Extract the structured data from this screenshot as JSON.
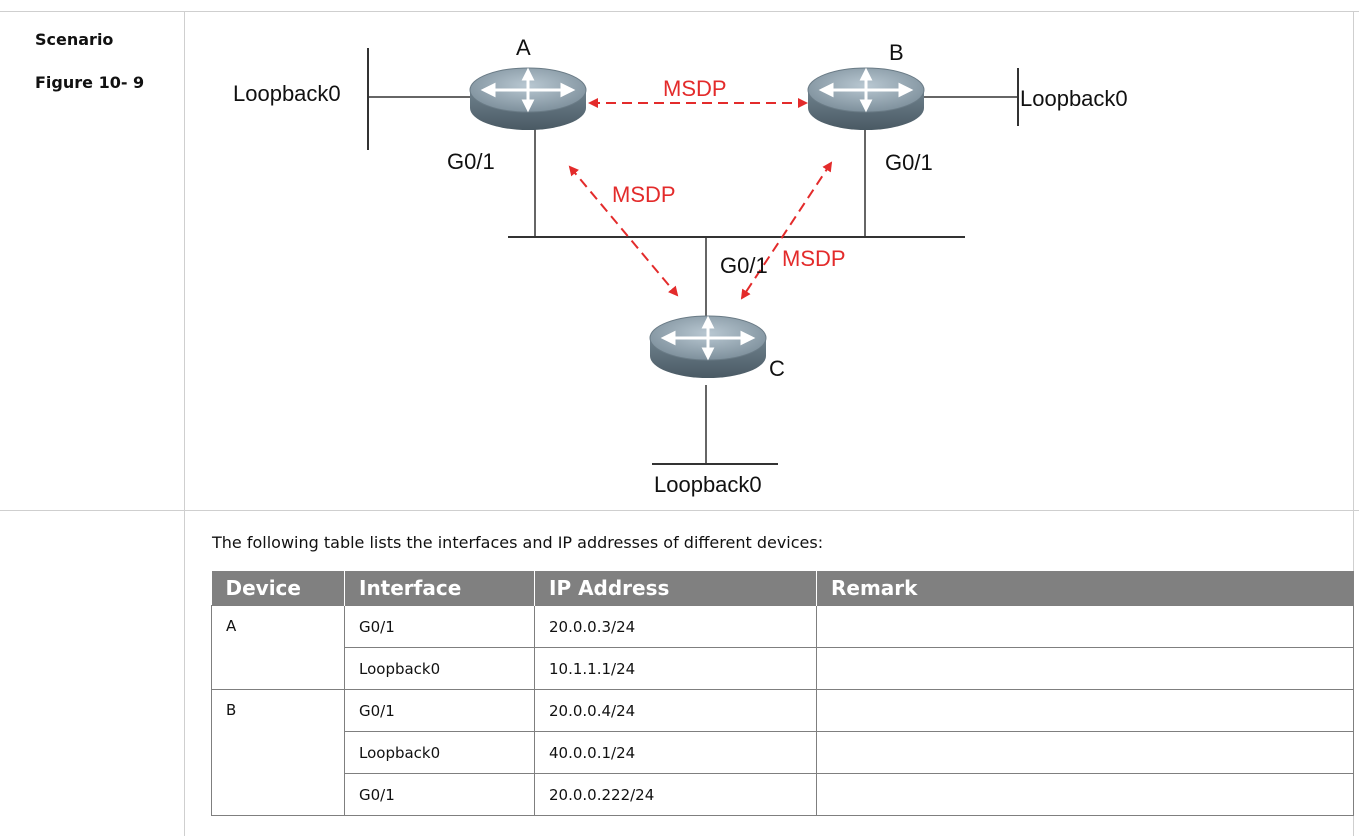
{
  "labels": {
    "scenario": "Scenario",
    "figure": "Figure 10- 9"
  },
  "diagram": {
    "router_a": "A",
    "router_b": "B",
    "router_c": "C",
    "loopback_a": "Loopback0",
    "loopback_b": "Loopback0",
    "loopback_c": "Loopback0",
    "port_a": "G0/1",
    "port_b": "G0/1",
    "port_c": "G0/1",
    "msdp_ab": "MSDP",
    "msdp_ac": "MSDP",
    "msdp_bc": "MSDP",
    "msdp_color": "#e32b2b"
  },
  "intro": "The following table lists the interfaces and IP addresses of different devices:",
  "table": {
    "headers": [
      "Device",
      "Interface",
      "IP Address",
      "Remark"
    ],
    "rows": [
      {
        "device": "A",
        "interface": "G0/1",
        "ip": "20.0.0.3/24",
        "remark": ""
      },
      {
        "device": "",
        "interface": "Loopback0",
        "ip": "10.1.1.1/24",
        "remark": ""
      },
      {
        "device": "B",
        "interface": "G0/1",
        "ip": "20.0.0.4/24",
        "remark": ""
      },
      {
        "device": "",
        "interface": "Loopback0",
        "ip": "40.0.0.1/24",
        "remark": ""
      },
      {
        "device": "",
        "interface": "G0/1",
        "ip": "20.0.0.222/24",
        "remark": ""
      }
    ]
  }
}
